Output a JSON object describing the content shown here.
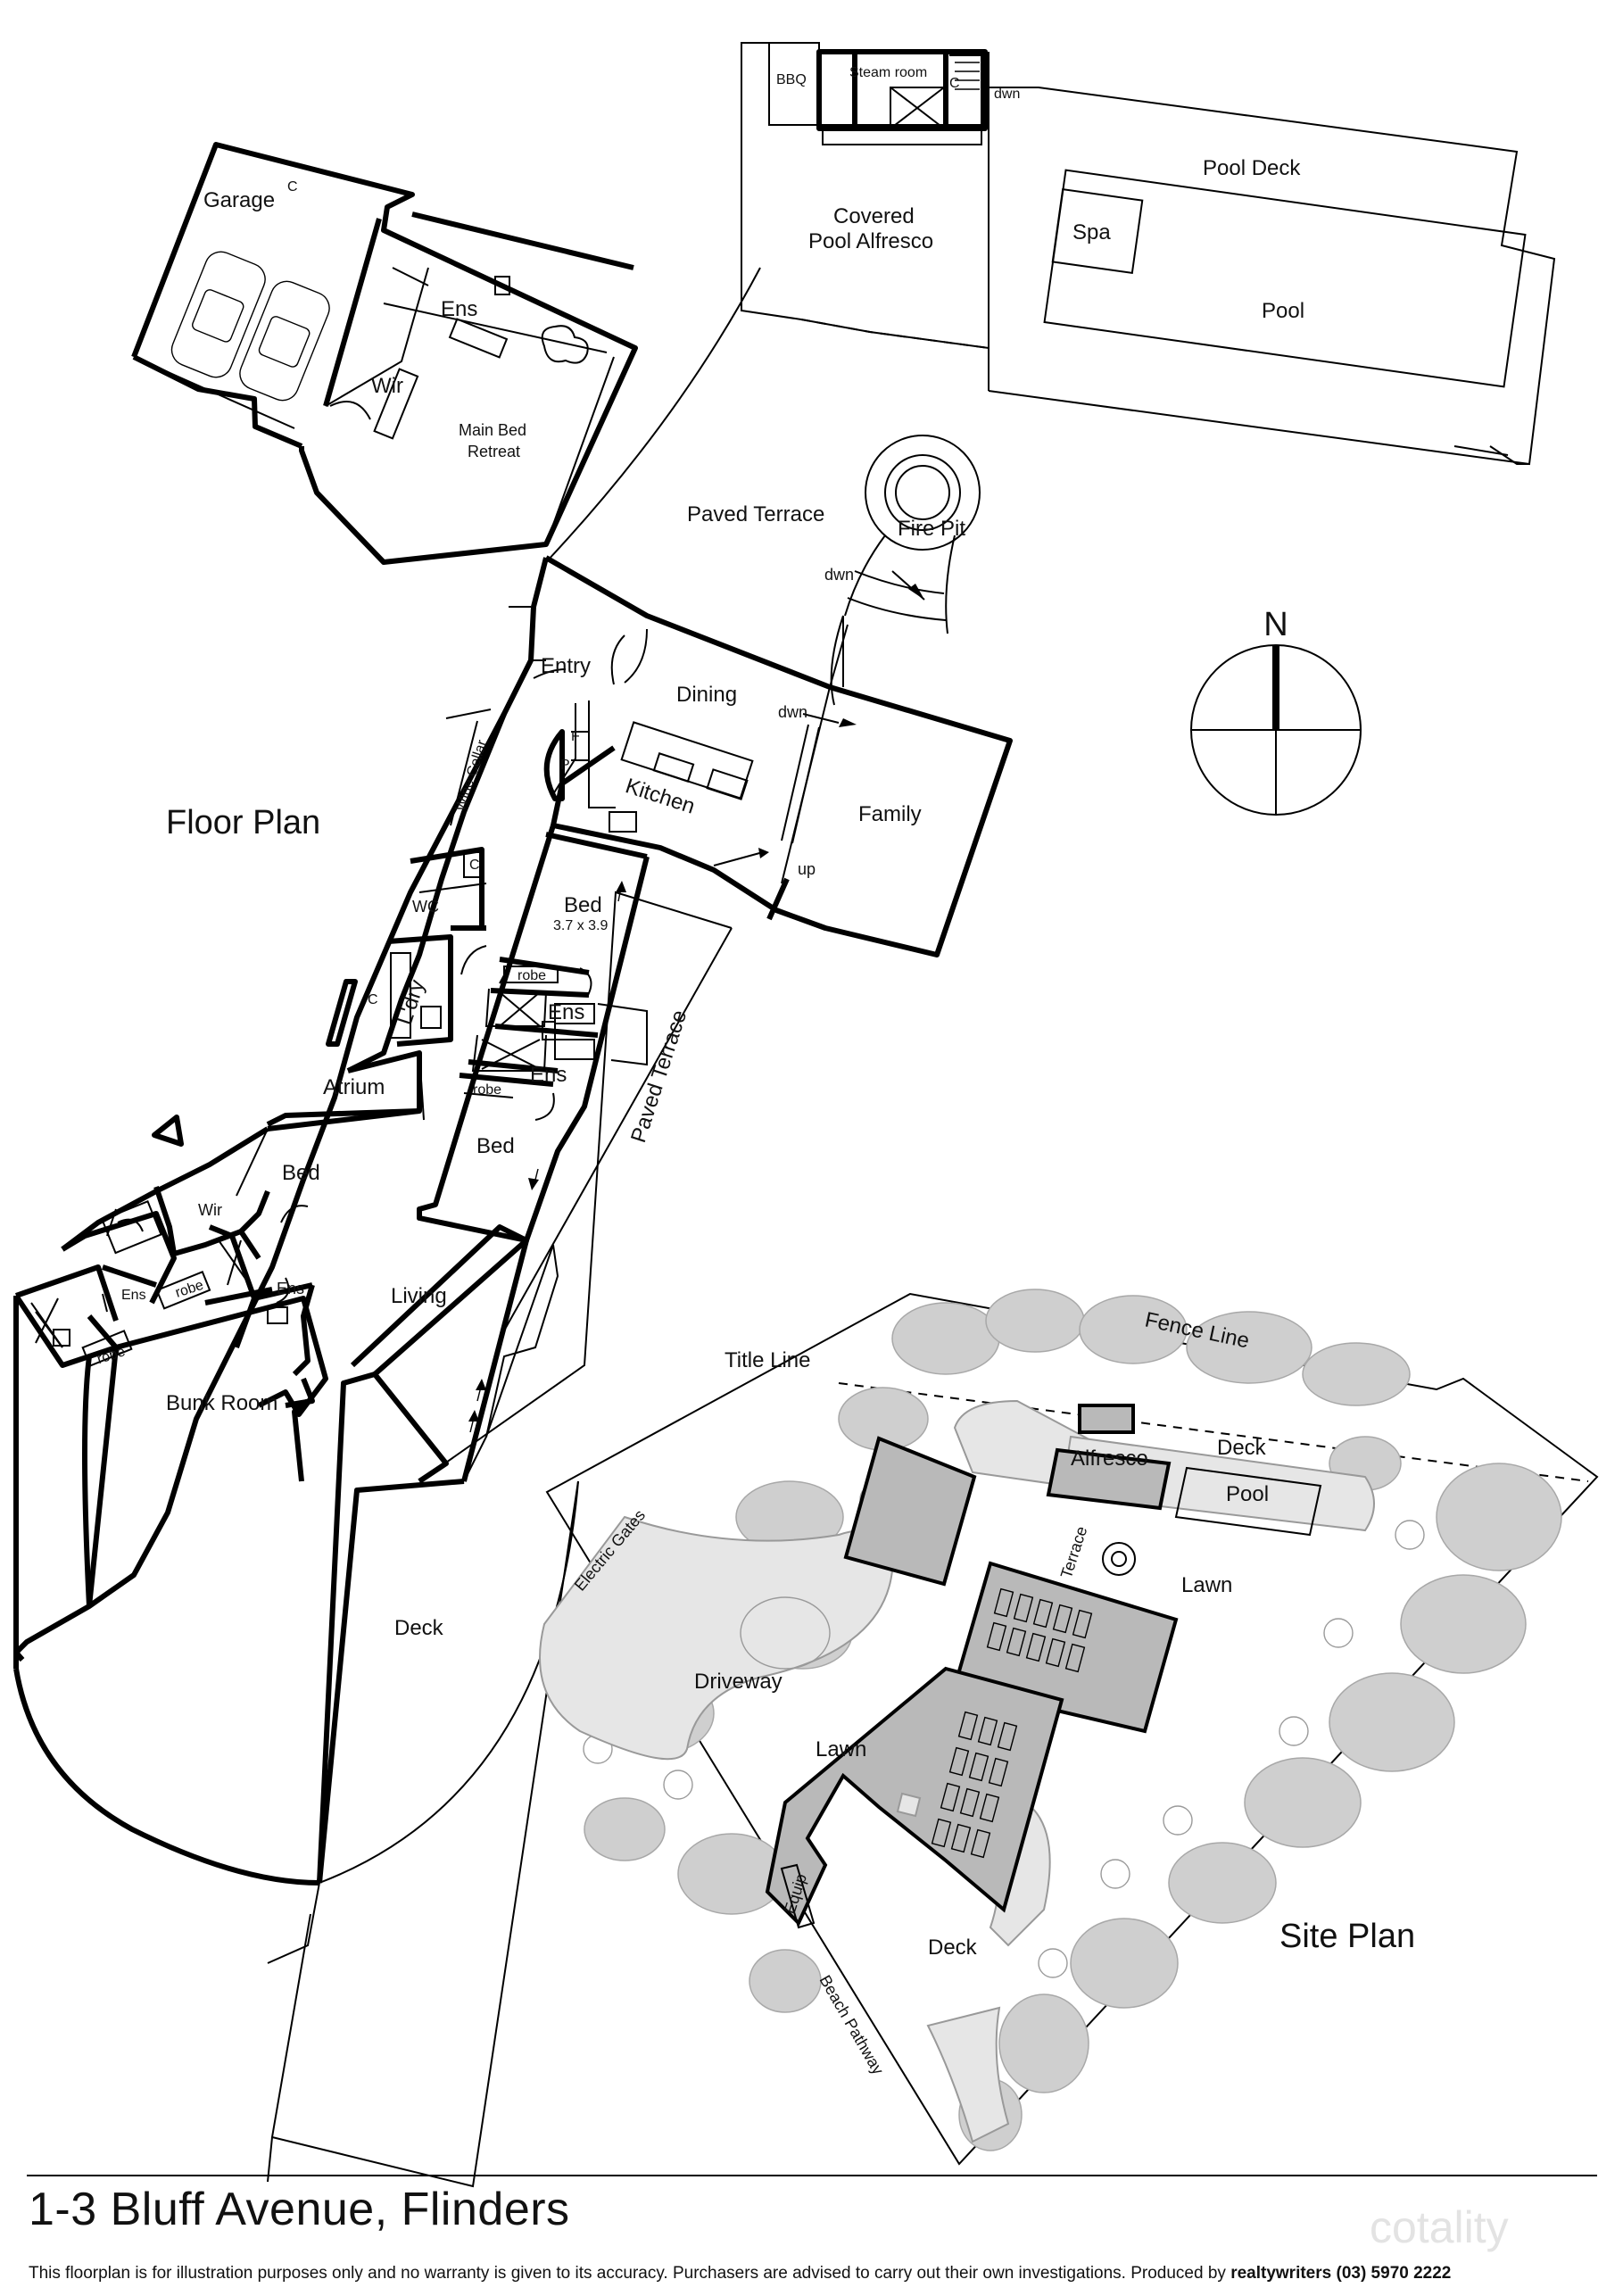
{
  "floor_plan": {
    "title": "Floor Plan",
    "rooms": {
      "garage": "Garage",
      "garage_c": "C",
      "ens_main": "Ens",
      "wir_main": "Wir",
      "main_bed_1": "Main Bed",
      "main_bed_2": "Retreat",
      "bbq": "BBQ",
      "steam_room": "Steam room",
      "steam_c": "C",
      "steam_dwn": "dwn",
      "covered_1": "Covered",
      "covered_2": "Pool Alfresco",
      "pool_deck": "Pool Deck",
      "spa": "Spa",
      "pool": "Pool",
      "paved_terrace_top": "Paved Terrace",
      "fire_pit": "Fire Pit",
      "firepit_dwn": "dwn",
      "entry": "Entry",
      "dining": "Dining",
      "dining_dwn": "dwn",
      "kitchen": "Kitchen",
      "kitchen_f": "F",
      "kitchen_p": "P",
      "family": "Family",
      "family_up": "up",
      "wine_cellar": "Wine Cellar",
      "wc": "WC",
      "wc_c": "C",
      "laundry": "L'dry",
      "laundry_c": "C",
      "bed_1": "Bed",
      "bed_1_size": "3.7 x 3.9",
      "robe_1": "robe",
      "ens_1": "Ens",
      "ens_2": "Ens",
      "robe_2": "robe",
      "bed_2": "Bed",
      "paved_terrace_side": "Paved Terrace",
      "atrium": "Atrium",
      "bed_3": "Bed",
      "wir_3": "Wir",
      "ens_3a": "Ens",
      "robe_3a": "robe",
      "ens_3b": "Ens",
      "robe_3b": "robe",
      "bunk_room": "Bunk Room",
      "living": "Living",
      "deck": "Deck"
    },
    "compass_label": "N"
  },
  "site_plan": {
    "title": "Site Plan",
    "labels": {
      "fence_line": "Fence Line",
      "title_line": "Title Line",
      "alfresco": "Alfresco",
      "deck_top": "Deck",
      "pool": "Pool",
      "terrace": "Terrace",
      "lawn_right": "Lawn",
      "electric_gates": "Electric Gates",
      "driveway": "Driveway",
      "lawn_left": "Lawn",
      "equip": "Equip",
      "deck_bottom": "Deck",
      "beach_pathway": "Beach Pathway"
    }
  },
  "footer": {
    "address": "1-3 Bluff Avenue, Flinders",
    "disclaimer": "This floorplan is for illustration purposes only and no warranty is given to its accuracy. Purchasers are advised to carry out their own investigations. Produced by",
    "producer": "realtywriters (03) 5970 2222",
    "watermark": "cotality"
  }
}
